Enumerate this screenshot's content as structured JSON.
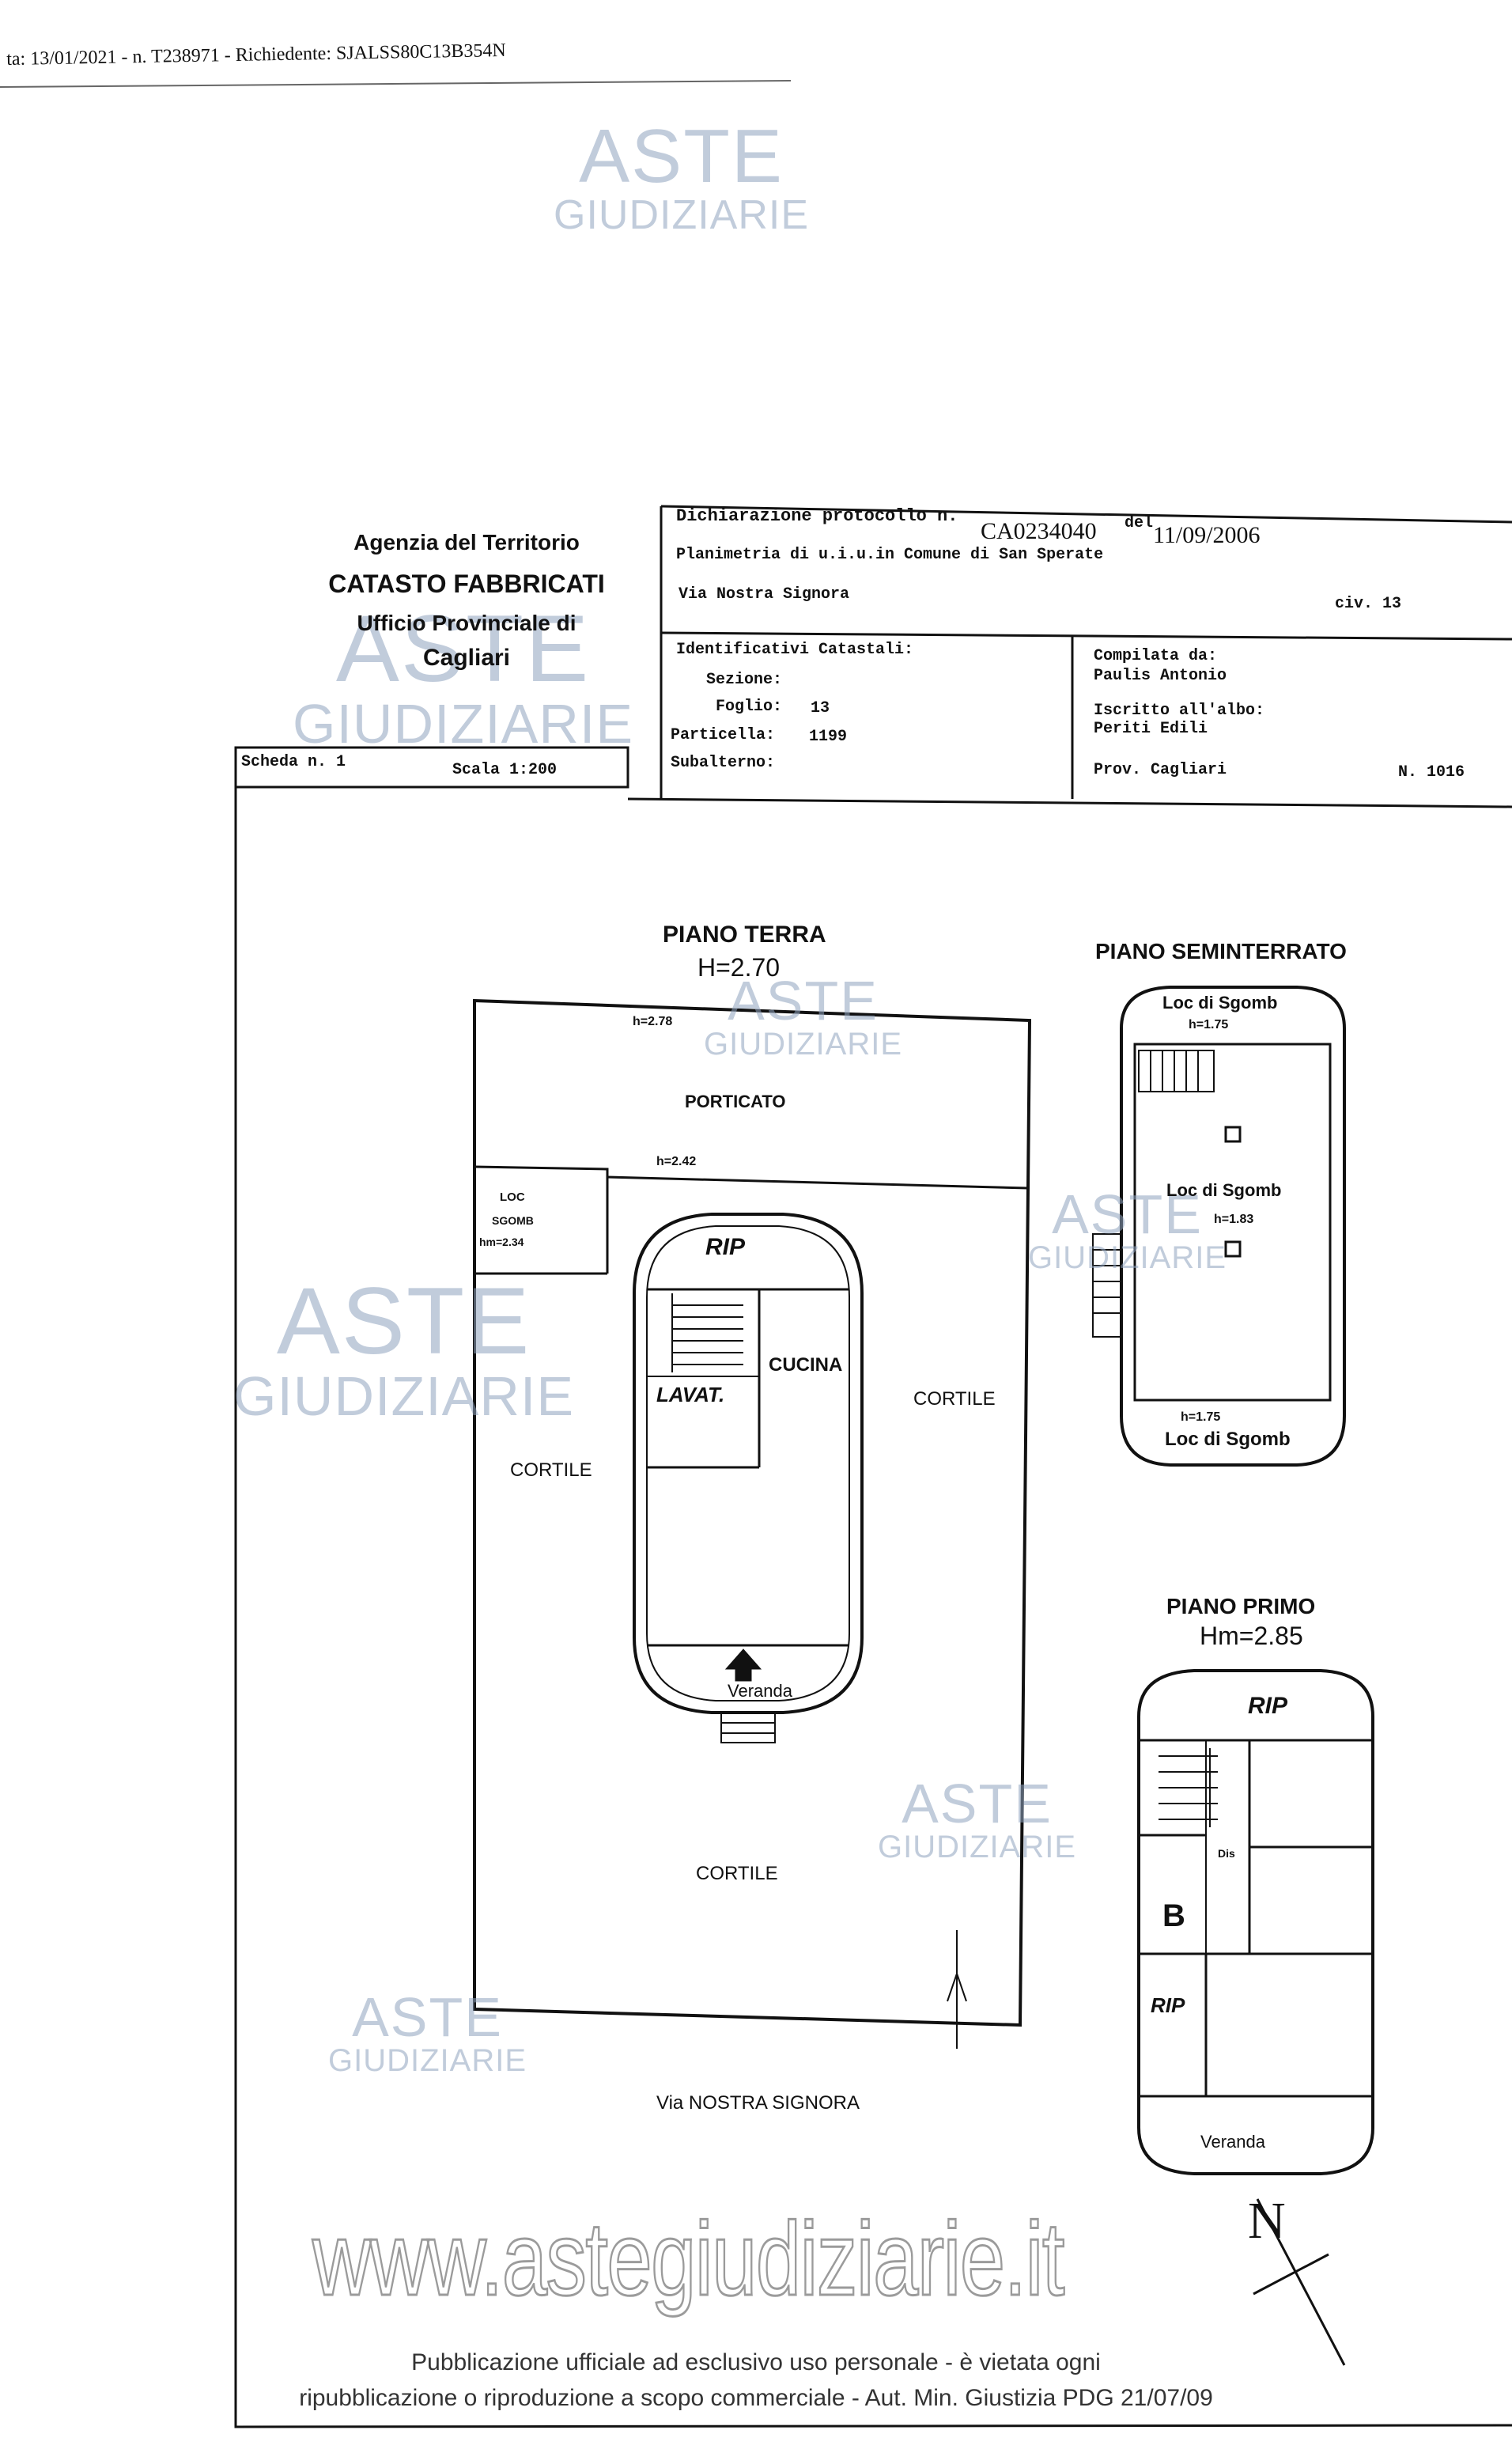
{
  "top_stamp": "ta: 13/01/2021 - n. T238971 - Richiedente: SJALSS80C13B354N",
  "watermark": {
    "aste": "ASTE",
    "giudiziarie": "GIUDIZIARIE"
  },
  "agency": {
    "line1": "Agenzia del Territorio",
    "line2": "CATASTO FABBRICATI",
    "line3": "Ufficio Provinciale di",
    "line4": "Cagliari"
  },
  "header": {
    "dichiarazione_label": "Dichiarazione protocollo n.",
    "protocollo": "CA0234040",
    "del_label": "del",
    "date": "11/09/2006",
    "planimetria": "Planimetria di u.i.u.in Comune di San Sperate",
    "via": "Via Nostra Signora",
    "civ": "civ. 13",
    "identificativi_label": "Identificativi Catastali:",
    "sezione_label": "Sezione:",
    "foglio_label": "Foglio:",
    "foglio": "13",
    "particella_label": "Particella:",
    "particella": "1199",
    "subalterno_label": "Subalterno:",
    "compilata_label": "Compilata da:",
    "compilata_name": "Paulis Antonio",
    "iscritto_label": "Iscritto all'albo:",
    "iscritto_value": "Periti Edili",
    "prov": "Prov. Cagliari",
    "numero": "N. 1016"
  },
  "scheda": {
    "scheda": "Scheda n. 1",
    "scala": "Scala 1:200"
  },
  "piano_terra": {
    "title": "PIANO TERRA",
    "height": "H=2.70",
    "h_portico": "h=2.78",
    "porticato": "PORTICATO",
    "h_242": "h=2.42",
    "loc_sgomb_1": "LOC",
    "loc_sgomb_2": "SGOMB",
    "hm_234": "hm=2.34",
    "rip": "RIP",
    "cucina": "CUCINA",
    "lavat": "LAVAT.",
    "cortile_right": "CORTILE",
    "cortile_left": "CORTILE",
    "veranda": "Veranda",
    "cortile_bottom": "CORTILE",
    "street": "Via NOSTRA SIGNORA"
  },
  "seminterrato": {
    "title": "PIANO SEMINTERRATO",
    "loc_top": "Loc di Sgomb",
    "h_top": "h=1.75",
    "loc_mid": "Loc di Sgomb",
    "h_mid": "h=1.83",
    "h_bottom": "h=1.75",
    "loc_bottom": "Loc di Sgomb"
  },
  "piano_primo": {
    "title": "PIANO PRIMO",
    "height": "Hm=2.85",
    "rip_top": "RIP",
    "disimpegno": "Dis",
    "bagno": "B",
    "rip_bottom": "RIP",
    "veranda": "Veranda"
  },
  "north": "N",
  "website": "www.astegiudiziarie.it",
  "footer": {
    "line1": "Pubblicazione ufficiale ad esclusivo uso personale - è vietata ogni",
    "line2": "ripubblicazione o riproduzione a scopo commerciale - Aut. Min. Giustizia PDG 21/07/09"
  }
}
